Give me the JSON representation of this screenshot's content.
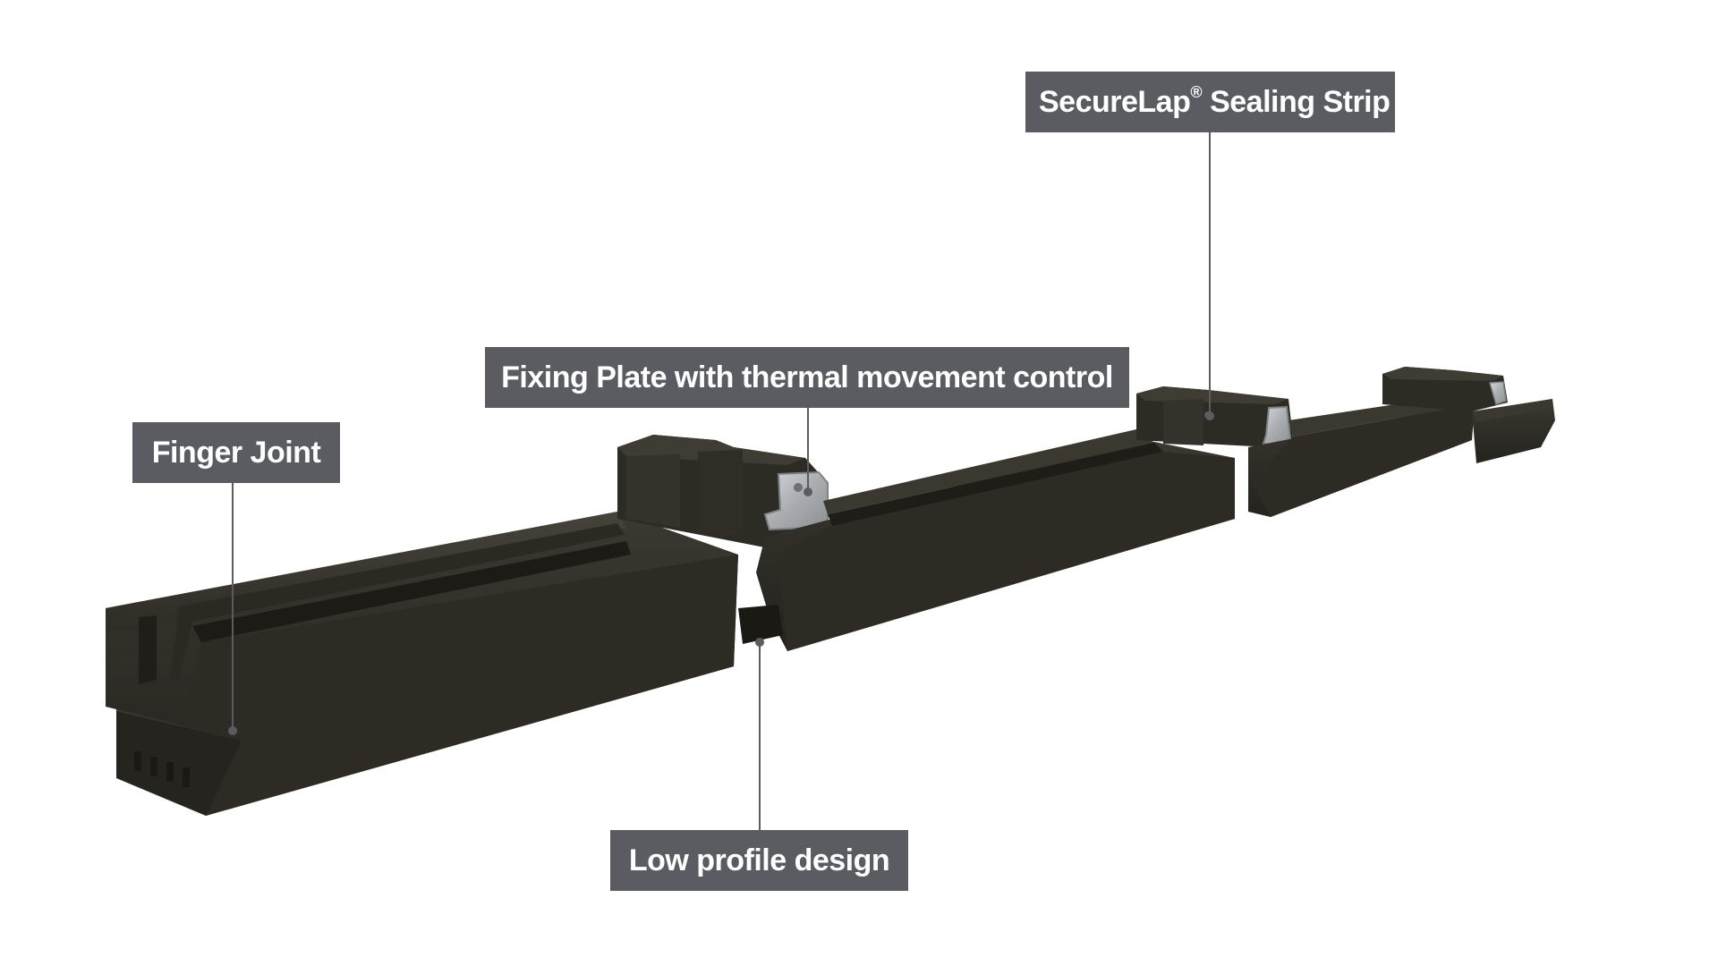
{
  "callouts": {
    "finger_joint": "Finger Joint",
    "fixing_plate": "Fixing Plate with thermal movement control",
    "securelap_name": "SecureLap",
    "securelap_mark": "®",
    "securelap_rest": " Sealing Strip",
    "low_profile": "Low profile design"
  },
  "colors": {
    "label_background": "#5a5c62",
    "label_text": "#ffffff",
    "leader_line": "#5a5c62",
    "rail_dark": "#2b2a22",
    "rail_face": "#33312a",
    "rail_top": "#3f3d35",
    "fixing_plate_metal": "#b8bcbf"
  }
}
